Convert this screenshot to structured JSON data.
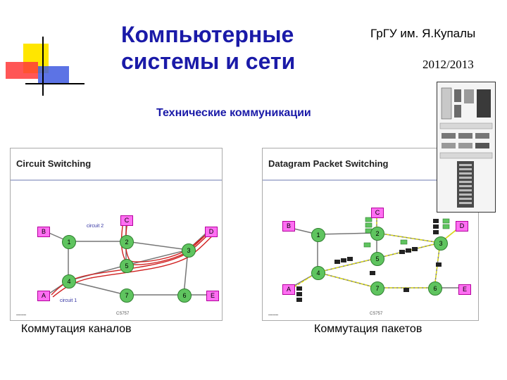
{
  "slide": {
    "title_line1": "Компьютерные",
    "title_line2": "системы и сети",
    "institution": "ГрГУ им. Я.Купалы",
    "year": "2012/2013",
    "subtitle": "Технические коммуникации",
    "caption_left": "Коммутация каналов",
    "caption_right": "Коммутация пакетов"
  },
  "circuit_panel": {
    "header": "Circuit Switching",
    "circuit_label_top": "circuit 2",
    "circuit_label_bottom": "circuit 1",
    "footer_code": "CS757",
    "nodes": [
      "1",
      "2",
      "3",
      "4",
      "5",
      "6",
      "7"
    ],
    "hosts": [
      "A",
      "B",
      "C",
      "D",
      "E"
    ]
  },
  "packet_panel": {
    "header": "Datagram Packet Switching",
    "footer_code": "CS757",
    "nodes": [
      "1",
      "2",
      "3",
      "4",
      "5",
      "6",
      "7"
    ],
    "hosts": [
      "A",
      "B",
      "C",
      "D",
      "E"
    ]
  },
  "colors": {
    "title": "#1a1aa8",
    "node_fill": "#5fc45f",
    "host_fill": "#ff6ef2",
    "circuit_path": "#d02020",
    "packet_path": "#e8e800"
  }
}
